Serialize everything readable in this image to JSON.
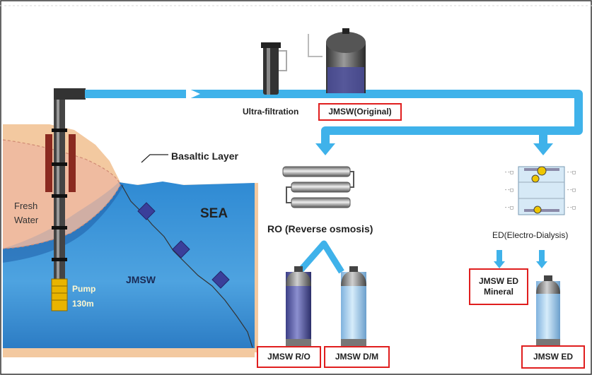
{
  "labels": {
    "ultra_filtration": "Ultra-filtration",
    "jmsw_original": "JMSW(Original)",
    "basaltic_layer": "Basaltic Layer",
    "sea": "SEA",
    "fresh_water_line1": "Fresh",
    "fresh_water_line2": "Water",
    "jmsw": "JMSW",
    "pump_line1": "Pump",
    "pump_line2": "130m",
    "ro": "RO (Reverse osmosis)",
    "ed": "ED(Electro-Dialysis)",
    "jmsw_ed_mineral_line1": "JMSW ED",
    "jmsw_ed_mineral_line2": "Mineral",
    "jmsw_ro": "JMSW R/O",
    "jmsw_dm": "JMSW D/M",
    "jmsw_ed": "JMSW ED"
  },
  "colors": {
    "pipe": "#3fb2ea",
    "sea_dark": "#1f6fb8",
    "sea_light": "#5fb2e6",
    "land": "#f3c9a0",
    "callout_border": "#e01e1e"
  }
}
